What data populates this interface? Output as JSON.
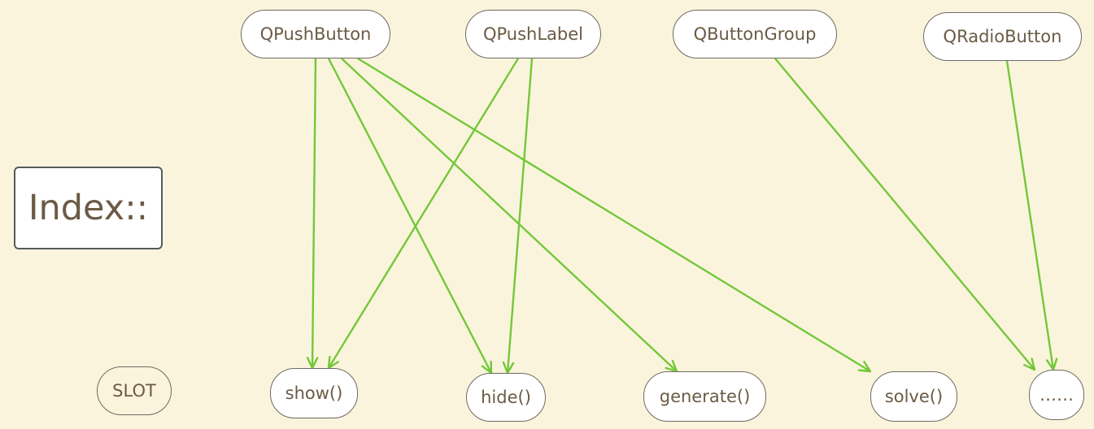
{
  "diagram": {
    "title": "Index::",
    "slot_label": "SLOT",
    "sources": [
      {
        "id": "qpushbutton",
        "label": "QPushButton"
      },
      {
        "id": "qpushlabel",
        "label": "QPushLabel"
      },
      {
        "id": "qbuttongroup",
        "label": "QButtonGroup"
      },
      {
        "id": "qradiobutton",
        "label": "QRadioButton"
      }
    ],
    "slots": [
      {
        "id": "show",
        "label": "show()"
      },
      {
        "id": "hide",
        "label": "hide()"
      },
      {
        "id": "generate",
        "label": "generate()"
      },
      {
        "id": "solve",
        "label": "solve()"
      },
      {
        "id": "more",
        "label": "……"
      }
    ],
    "edges": [
      {
        "from": "qpushbutton",
        "to": "show"
      },
      {
        "from": "qpushbutton",
        "to": "hide"
      },
      {
        "from": "qpushbutton",
        "to": "generate"
      },
      {
        "from": "qpushbutton",
        "to": "solve"
      },
      {
        "from": "qpushlabel",
        "to": "show"
      },
      {
        "from": "qpushlabel",
        "to": "hide"
      },
      {
        "from": "qbuttongroup",
        "to": "more"
      },
      {
        "from": "qradiobutton",
        "to": "more"
      }
    ],
    "colors": {
      "background": "#fbf4dc",
      "edge": "#72c83a",
      "node_border": "#6f6a63",
      "text": "#6b5a45"
    }
  }
}
